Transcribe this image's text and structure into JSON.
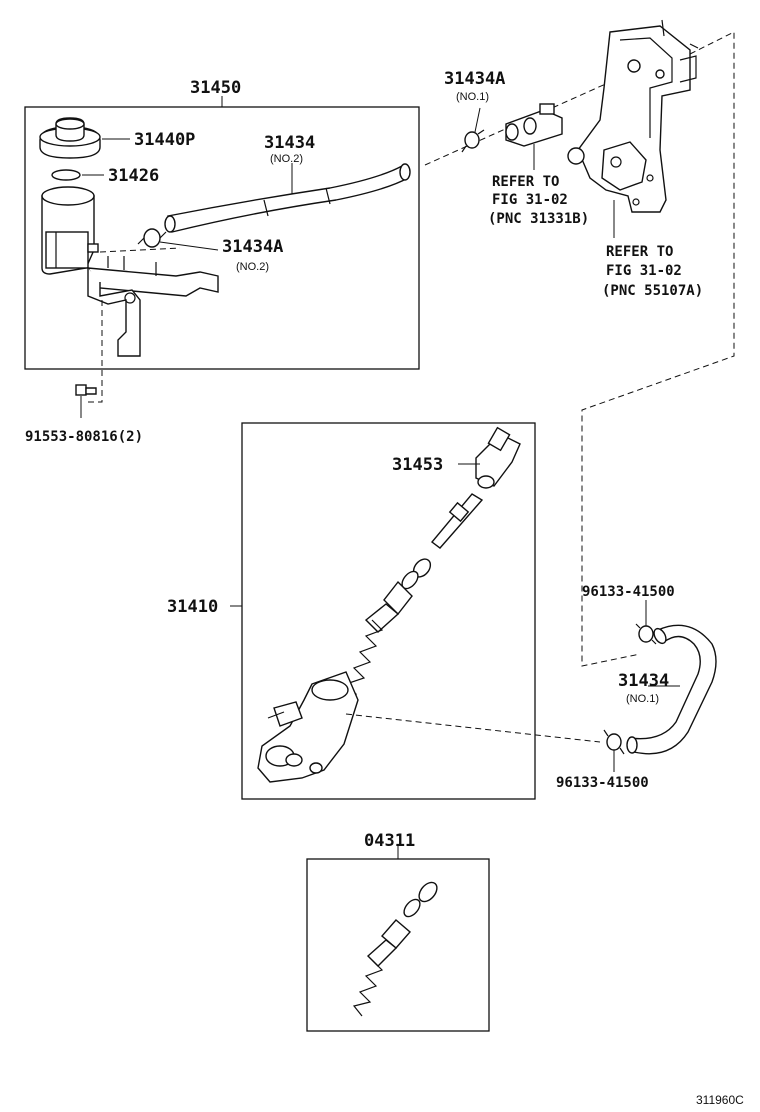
{
  "labels": {
    "p31450": "31450",
    "p31440P": "31440P",
    "p31426": "31426",
    "p31434_no2": "31434",
    "no2_a": "(NO.2)",
    "p31434A_no2": "31434A",
    "no2_b": "(NO.2)",
    "p91553": "91553-80816(2)",
    "p31434A_no1": "31434A",
    "no1_a": "(NO.1)",
    "refer1_l1": "REFER TO",
    "refer1_l2": "FIG 31-02",
    "refer1_l3": "(PNC 31331B)",
    "refer2_l1": "REFER TO",
    "refer2_l2": "FIG 31-02",
    "refer2_l3": "(PNC 55107A)",
    "p31453": "31453",
    "p31410": "31410",
    "p96133_top": "96133-41500",
    "p31434_no1": "31434",
    "no1_b": "(NO.1)",
    "p96133_bot": "96133-41500",
    "p04311": "04311",
    "fig_id": "311960C"
  }
}
